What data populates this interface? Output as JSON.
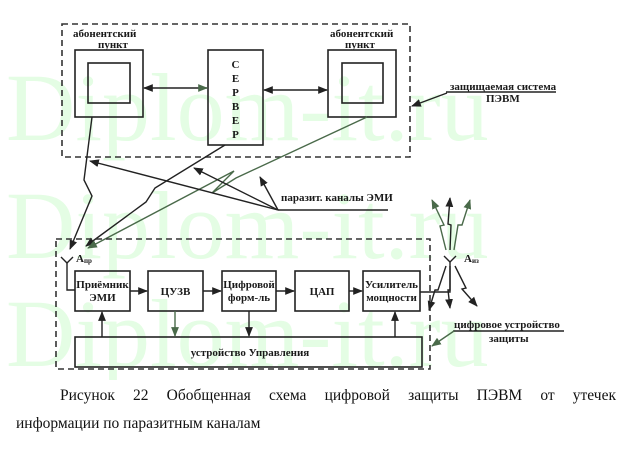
{
  "watermark": {
    "text": "Diplom-it.ru",
    "color": "#e4fde4"
  },
  "diagram": {
    "protected_system": {
      "label_line1": "защищаемая система",
      "label_line2": "ПЭВМ",
      "left_terminal_label_line1": "абонентский",
      "left_terminal_label_line2": "пункт",
      "right_terminal_label_line1": "абонентский",
      "right_terminal_label_line2": "пункт",
      "server_letters": [
        "С",
        "Е",
        "Р",
        "В",
        "Е",
        "Р"
      ]
    },
    "parasitic_channels_label": "паразит. каналы ЭМИ",
    "protection_device": {
      "label_line1": "цифровое устройство",
      "label_line2": "защиты",
      "receiver_antenna_label": "А",
      "receiver_antenna_sub": "пр",
      "emitter_antenna_label": "А",
      "emitter_antenna_sub": "из",
      "blocks": [
        {
          "line1": "Приёмник",
          "line2": "ЭМИ"
        },
        {
          "line1": "ЦУЗВ",
          "line2": ""
        },
        {
          "line1": "Цифровой",
          "line2": "форм-ль"
        },
        {
          "line1": "ЦАП",
          "line2": ""
        },
        {
          "line1": "Усилитель",
          "line2": "мощности"
        }
      ],
      "control_unit_label": "устройство Управления"
    }
  },
  "caption": {
    "line1": "Рисунок 22 Обобщенная схема цифровой защиты ПЭВМ от утечек",
    "line2": "информации по паразитным каналам"
  }
}
